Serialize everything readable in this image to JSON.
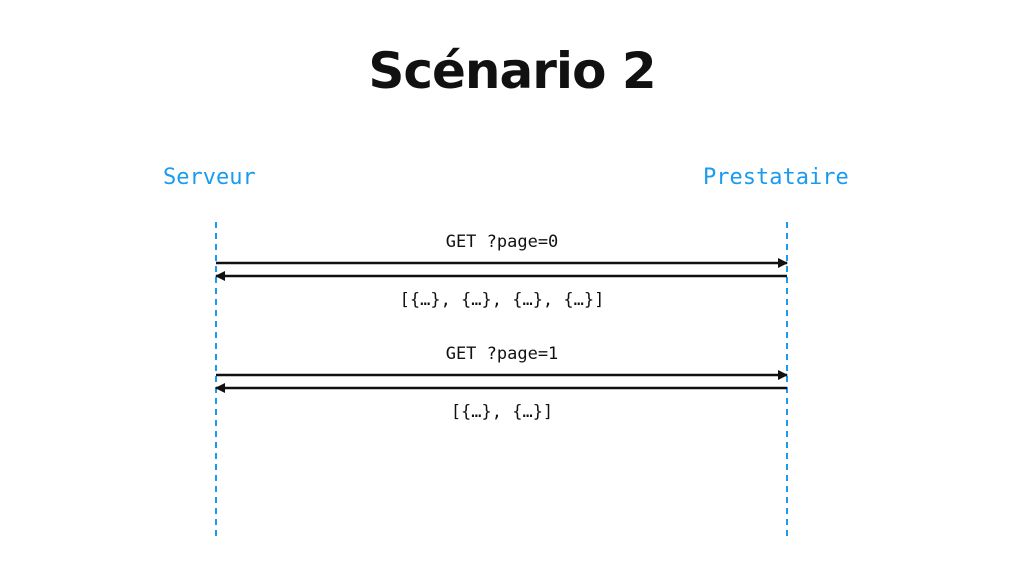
{
  "title": "Scénario 2",
  "actors": {
    "left": "Serveur",
    "right": "Prestataire"
  },
  "messages": [
    {
      "label": "GET ?page=0",
      "from": "Serveur",
      "to": "Prestataire"
    },
    {
      "label": "[{…}, {…}, {…}, {…}]",
      "from": "Prestataire",
      "to": "Serveur"
    },
    {
      "label": "GET ?page=1",
      "from": "Serveur",
      "to": "Prestataire"
    },
    {
      "label": "[{…}, {…}]",
      "from": "Prestataire",
      "to": "Serveur"
    }
  ],
  "colors": {
    "actor": "#1a9bf0",
    "lifeline": "#1a9bf0",
    "arrow": "#111111",
    "title": "#111111"
  }
}
